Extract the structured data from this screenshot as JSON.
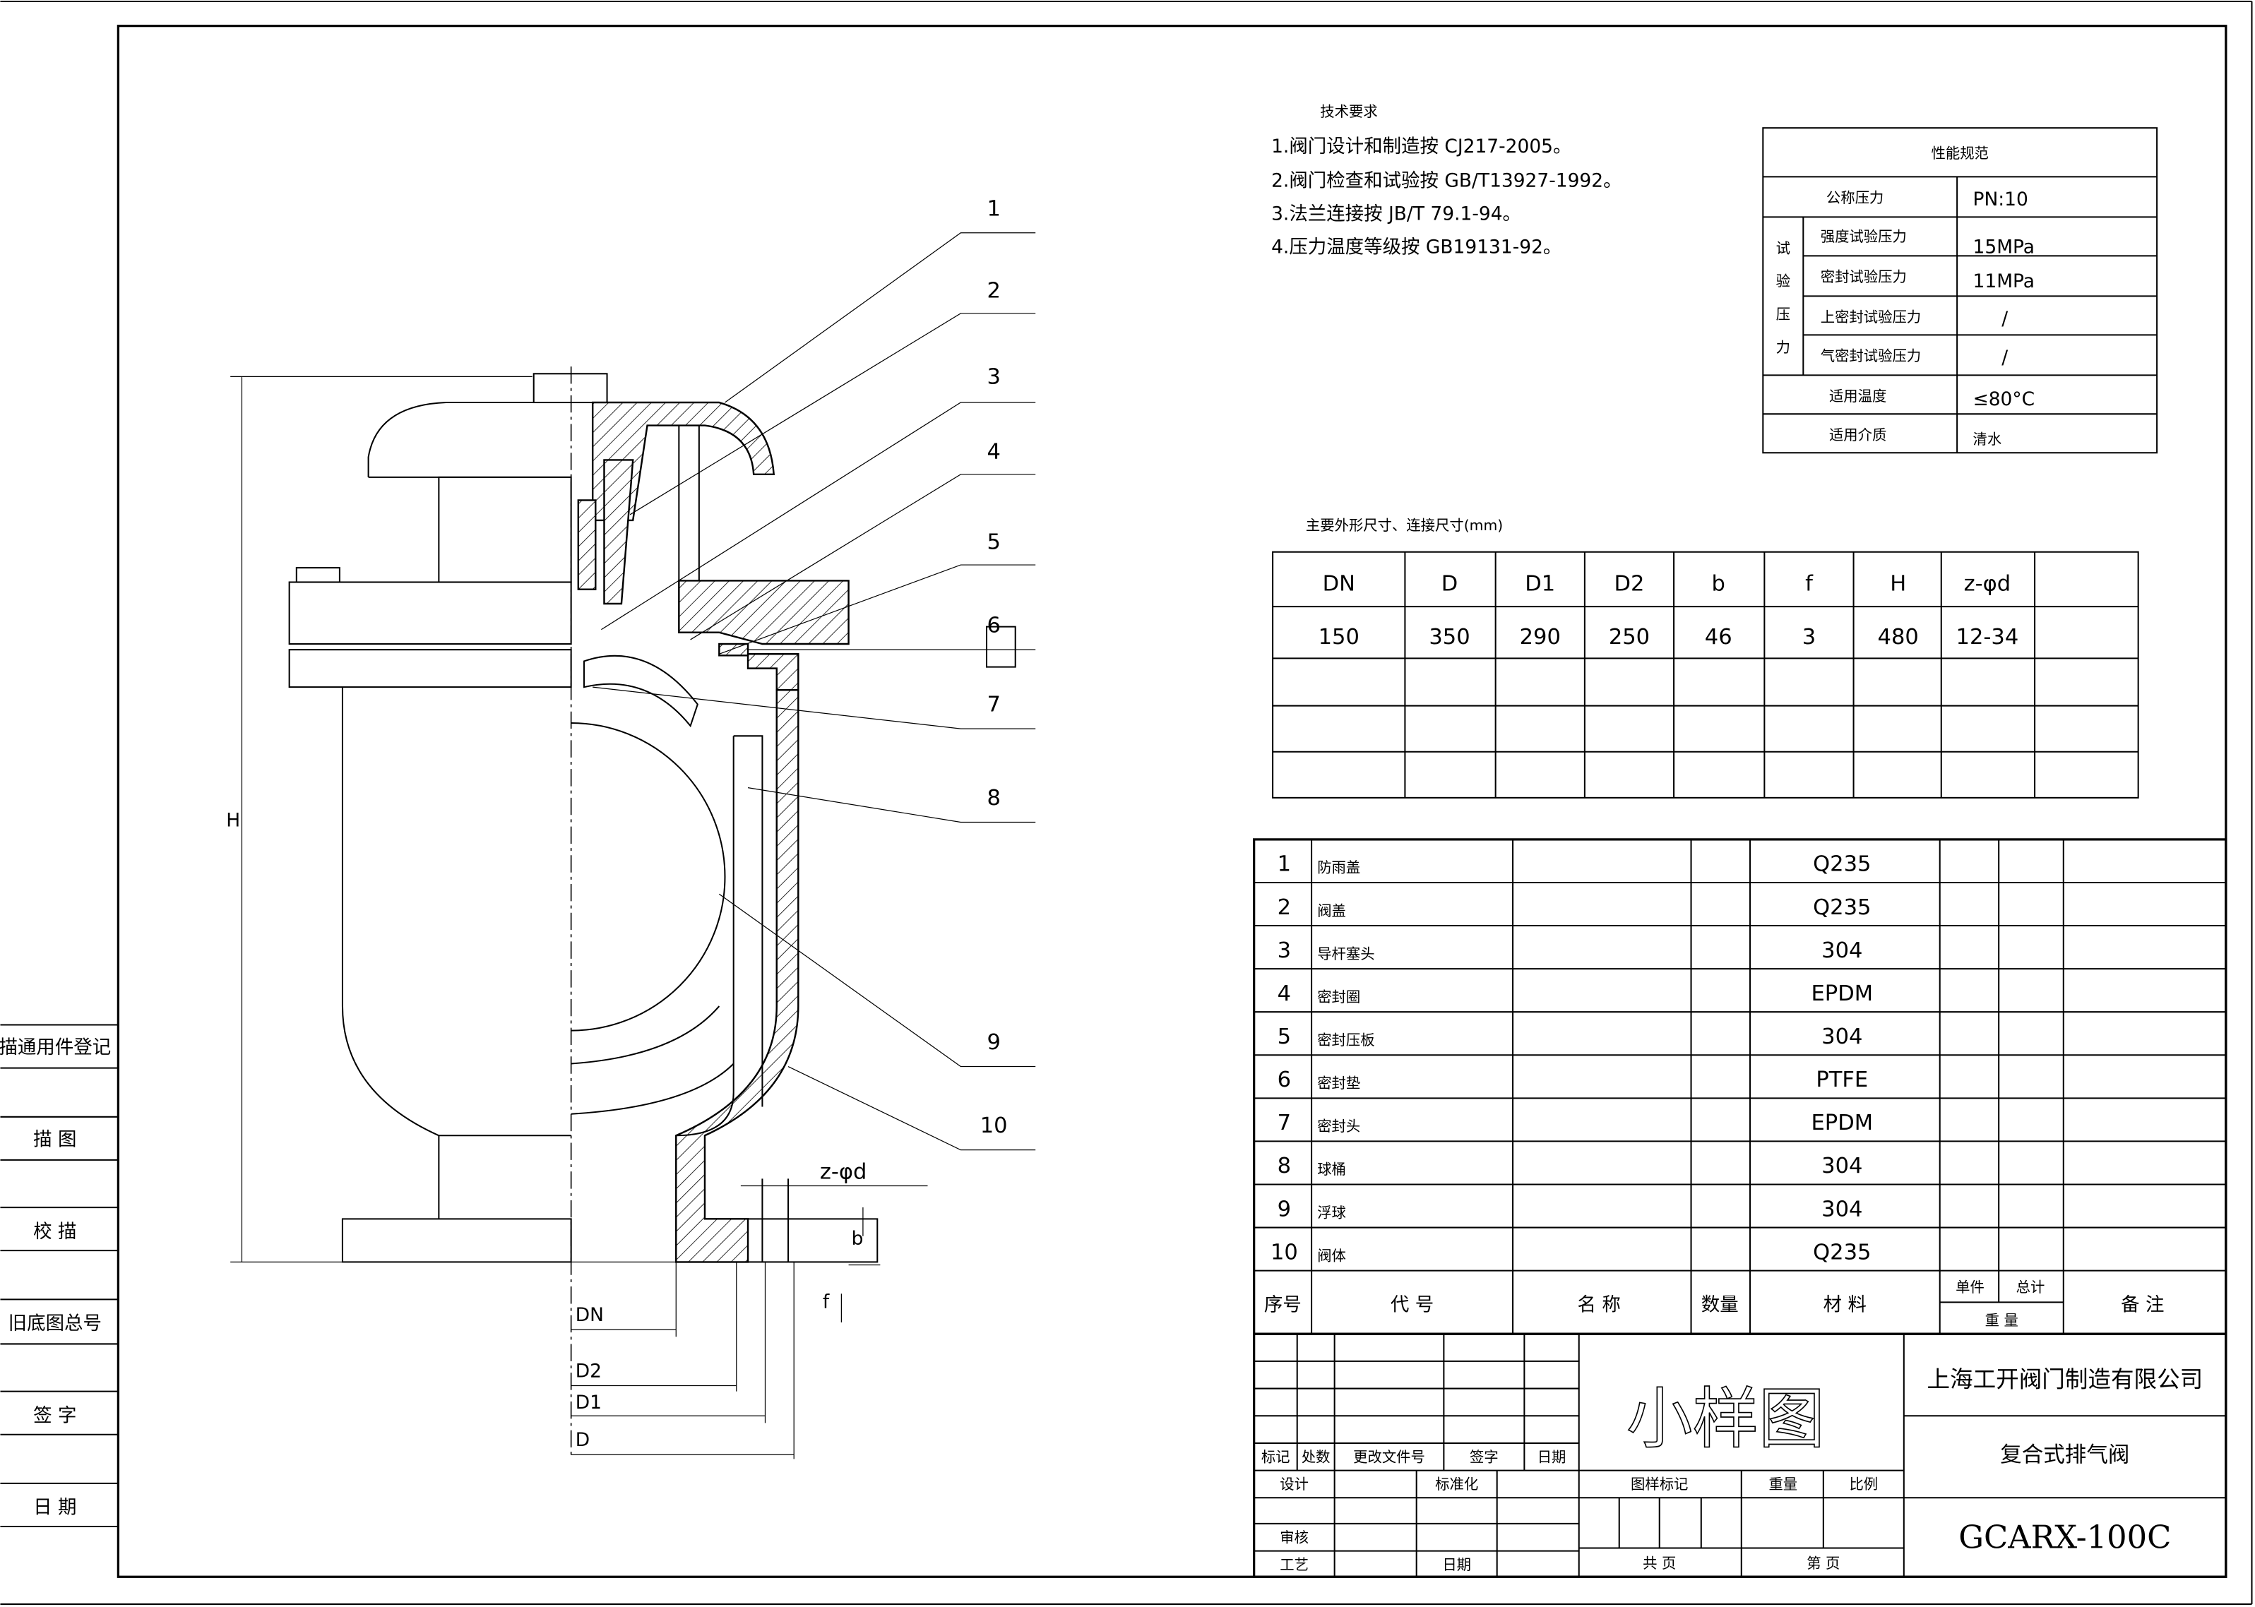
{
  "left_strip": [
    "描通用件登记",
    "描  图",
    "校  描",
    "旧底图总号",
    "签  字",
    "日  期"
  ],
  "tech_requirements": {
    "title": "技术要求",
    "items": [
      "1.阀门设计和制造按 CJ217-2005。",
      "2.阀门检查和试验按 GB/T13927-1992。",
      "3.法兰连接按 JB/T 79.1-94。",
      "4.压力温度等级按 GB19131-92。"
    ]
  },
  "performance": {
    "title": "性能规范",
    "nominal_label": "公称压力",
    "nominal_value": "PN:10",
    "test_group": [
      "试",
      "验",
      "压",
      "力"
    ],
    "tests": [
      {
        "label": "强度试验压力",
        "value": "15MPa"
      },
      {
        "label": "密封试验压力",
        "value": "11MPa"
      },
      {
        "label": "上密封试验压力",
        "value": "/"
      },
      {
        "label": "气密封试验压力",
        "value": "/"
      }
    ],
    "temp_label": "适用温度",
    "temp_value": "≤80°C",
    "medium_label": "适用介质",
    "medium_value": "清水"
  },
  "dimensions": {
    "title": "主要外形尺寸、连接尺寸(mm)",
    "headers": [
      "DN",
      "D",
      "D1",
      "D2",
      "b",
      "f",
      "H",
      "z-φd"
    ],
    "values": [
      "150",
      "350",
      "290",
      "250",
      "46",
      "3",
      "480",
      "12-34"
    ]
  },
  "parts": [
    {
      "no": "1",
      "name": "防雨盖",
      "material": "Q235"
    },
    {
      "no": "2",
      "name": "阀盖",
      "material": "Q235"
    },
    {
      "no": "3",
      "name": "导杆塞头",
      "material": "304"
    },
    {
      "no": "4",
      "name": "密封圈",
      "material": "EPDM"
    },
    {
      "no": "5",
      "name": "密封压板",
      "material": "304"
    },
    {
      "no": "6",
      "name": "密封垫",
      "material": "PTFE"
    },
    {
      "no": "7",
      "name": "密封头",
      "material": "EPDM"
    },
    {
      "no": "8",
      "name": "球桶",
      "material": "304"
    },
    {
      "no": "9",
      "name": "浮球",
      "material": "304"
    },
    {
      "no": "10",
      "name": "阀体",
      "material": "Q235"
    }
  ],
  "parts_header": {
    "no": "序号",
    "code": "代  号",
    "name": "名  称",
    "qty": "数量",
    "material": "材  料",
    "unit": "单件",
    "total": "总计",
    "weight": "重  量",
    "remark": "备  注"
  },
  "title_block": {
    "rev_labels": [
      "标记",
      "处数",
      "更改文件号",
      "签字",
      "日期"
    ],
    "design": "设计",
    "standard": "标准化",
    "review": "审核",
    "process": "工艺",
    "date": "日期",
    "stamp": "小样图",
    "drawing_mark": "图样标记",
    "weight": "重量",
    "scale": "比例",
    "total_pages": "共    页",
    "page": "第    页",
    "company": "上海工开阀门制造有限公司",
    "product": "复合式排气阀",
    "model": "GCARX-100C"
  },
  "drawing": {
    "callouts": [
      "1",
      "2",
      "3",
      "4",
      "5",
      "6",
      "7",
      "8",
      "9",
      "10"
    ],
    "dims": {
      "H": "H",
      "DN": "DN",
      "D2": "D2",
      "D1": "D1",
      "D": "D",
      "zd": "z-φd",
      "b": "b",
      "f": "f"
    }
  }
}
